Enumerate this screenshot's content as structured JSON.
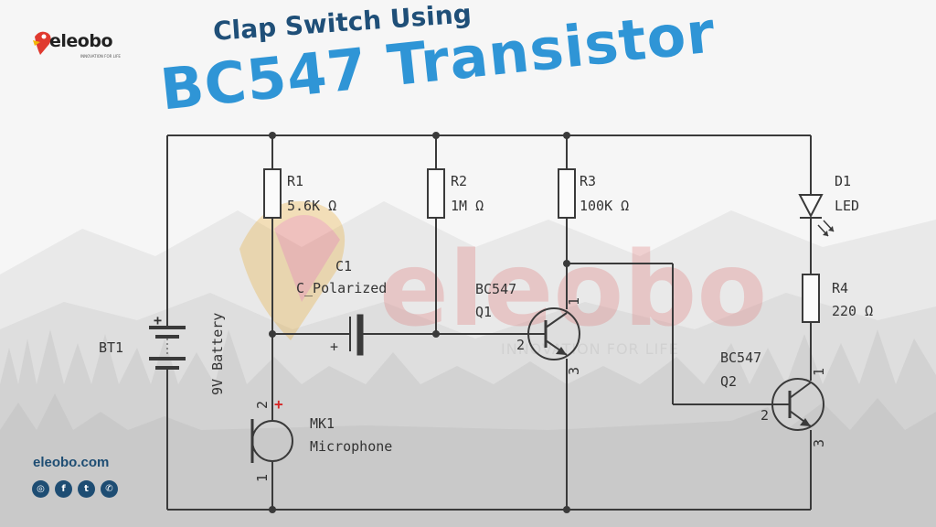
{
  "branding": {
    "logo_text": "eleobo",
    "logo_tagline": "INNOVATION FOR LIFE",
    "website": "eleobo.com",
    "social_icons": [
      "instagram-icon",
      "facebook-icon",
      "twitter-icon",
      "whatsapp-icon"
    ]
  },
  "title": {
    "line1": "Clap Switch Using",
    "line2": "BC547 Transistor"
  },
  "watermark": {
    "text": "eleobo",
    "tagline": "INNOVATION FOR LIFE"
  },
  "components": {
    "bt1": {
      "ref": "BT1",
      "value": "9V Battery"
    },
    "r1": {
      "ref": "R1",
      "value": "5.6K Ω"
    },
    "r2": {
      "ref": "R2",
      "value": "1M Ω"
    },
    "r3": {
      "ref": "R3",
      "value": "100K Ω"
    },
    "r4": {
      "ref": "R4",
      "value": "220 Ω"
    },
    "c1": {
      "ref": "C1",
      "value": "C_Polarized",
      "plus": "+"
    },
    "q1": {
      "ref": "Q1",
      "value": "BC547",
      "pin1": "1",
      "pin2": "2",
      "pin3": "3"
    },
    "q2": {
      "ref": "Q2",
      "value": "BC547",
      "pin1": "1",
      "pin2": "2",
      "pin3": "3"
    },
    "d1": {
      "ref": "D1",
      "value": "LED"
    },
    "mk1": {
      "ref": "MK1",
      "value": "Microphone",
      "pin1": "1",
      "pin2": "2",
      "plus": "+"
    },
    "battery_plus": "+"
  },
  "colors": {
    "wire": "#3a3a3a",
    "title_dark": "#1f4f78",
    "title_light": "#2f95d6",
    "brand_red": "#e03a2f",
    "polarity_red": "#d62828"
  }
}
